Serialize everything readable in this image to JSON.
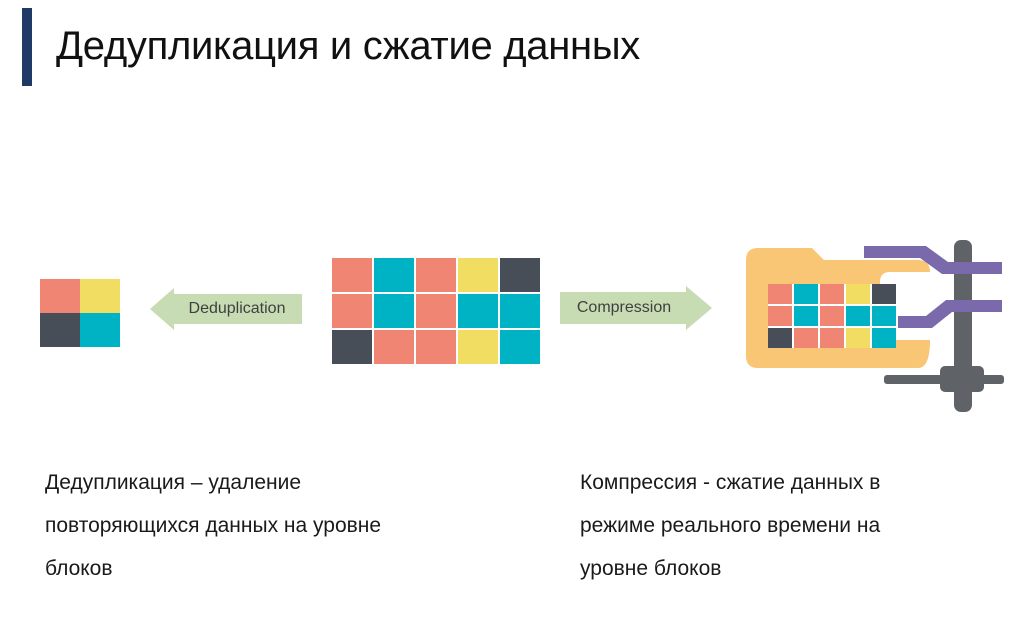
{
  "title": "Дедупликация и сжатие данных",
  "colors": {
    "accent_bar": "#1f3a66",
    "salmon": "#f18573",
    "yellow": "#f0dd62",
    "dark": "#474e58",
    "teal": "#00b3c4",
    "arrow_fill": "#c8dcb3",
    "folder": "#f8c674",
    "clamp_purple": "#7b6aab",
    "clamp_gray": "#5f6368"
  },
  "deduplication": {
    "arrow_label": "Deduplication",
    "arrow_icon": "left-arrow-icon",
    "result_blocks": [
      "salmon",
      "yellow",
      "dark",
      "teal"
    ]
  },
  "source_blocks": [
    [
      "salmon",
      "teal",
      "salmon",
      "yellow",
      "dark"
    ],
    [
      "salmon",
      "teal",
      "salmon",
      "teal",
      "teal"
    ],
    [
      "dark",
      "salmon",
      "salmon",
      "yellow",
      "teal"
    ]
  ],
  "compression": {
    "arrow_label": "Compression",
    "arrow_icon": "right-arrow-icon",
    "clamp_icon": "clamp-compress-icon",
    "compressed_blocks": [
      [
        "salmon",
        "teal",
        "salmon",
        "yellow",
        "dark"
      ],
      [
        "salmon",
        "teal",
        "salmon",
        "teal",
        "teal"
      ],
      [
        "dark",
        "salmon",
        "salmon",
        "yellow",
        "teal"
      ]
    ]
  },
  "descriptions": {
    "left": "Дедупликация – удаление повторяющихся данных на уровне блоков",
    "right": "Компрессия - сжатие данных в режиме реального времени на уровне блоков"
  }
}
